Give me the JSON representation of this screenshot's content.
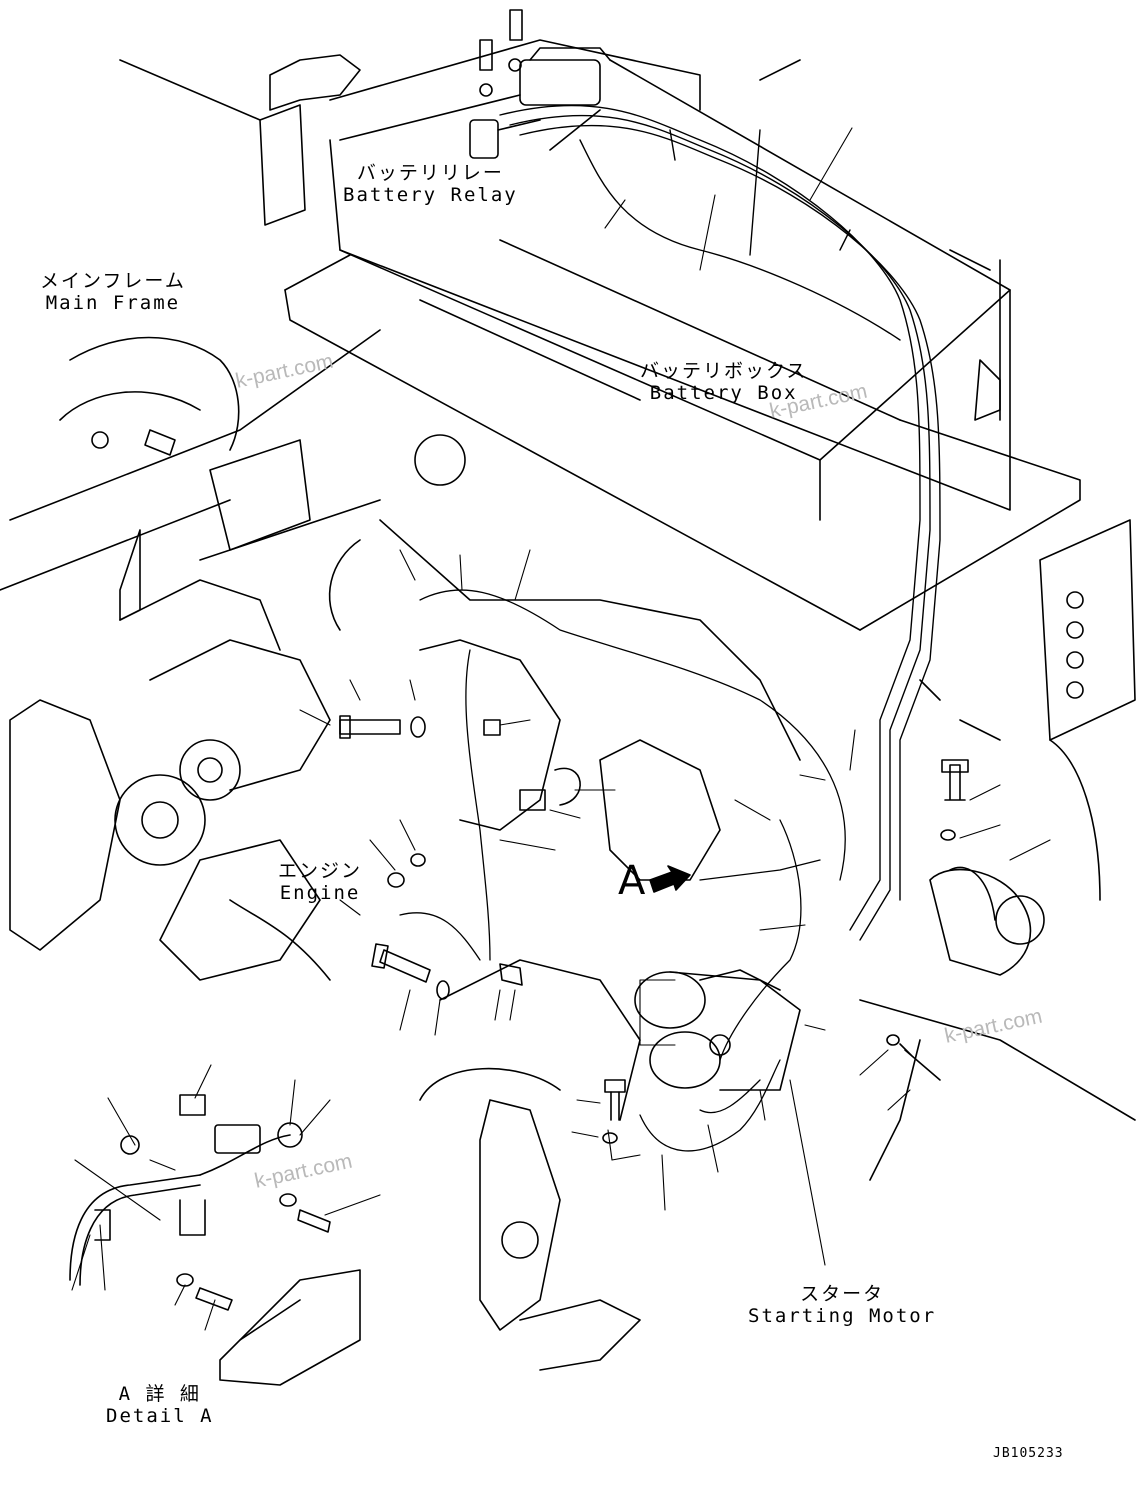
{
  "labels": {
    "battery_relay": {
      "ja": "バッテリリレー",
      "en": "Battery Relay"
    },
    "main_frame": {
      "ja": "メインフレーム",
      "en": "Main Frame"
    },
    "battery_box": {
      "ja": "バッテリボックス",
      "en": "Battery Box"
    },
    "engine": {
      "ja": "エンジン",
      "en": "Engine"
    },
    "starting_motor": {
      "ja": "スタータ",
      "en": "Starting Motor"
    },
    "detail_a": {
      "ja": "A 詳 細",
      "en": "Detail A"
    },
    "view_marker": "A"
  },
  "watermarks": [
    "k-part.com",
    "k-part.com",
    "k-part.com",
    "k-part.com"
  ],
  "drawing_code": "JB105233"
}
